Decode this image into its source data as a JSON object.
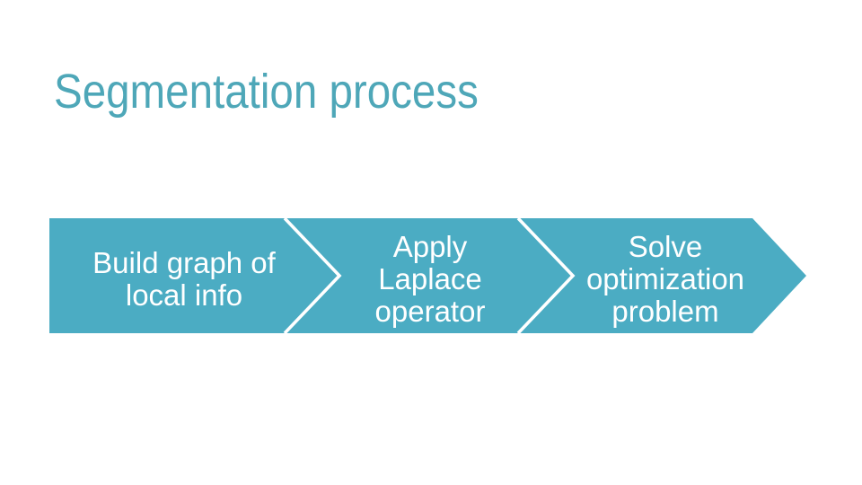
{
  "slide": {
    "title": "Segmentation process",
    "title_color": "#4ea7b8",
    "background_color": "#ffffff"
  },
  "process": {
    "type": "chevron-flow",
    "fill_color": "#4bacc3",
    "separator_color": "#ffffff",
    "text_color": "#ffffff",
    "steps": [
      {
        "label": "Build graph of local info",
        "lines": [
          "Build graph of",
          "local info"
        ]
      },
      {
        "label": "Apply Laplace operator",
        "lines": [
          "Apply",
          "Laplace",
          "operator"
        ]
      },
      {
        "label": "Solve optimization problem",
        "lines": [
          "Solve",
          "optimization",
          "problem"
        ]
      }
    ]
  }
}
